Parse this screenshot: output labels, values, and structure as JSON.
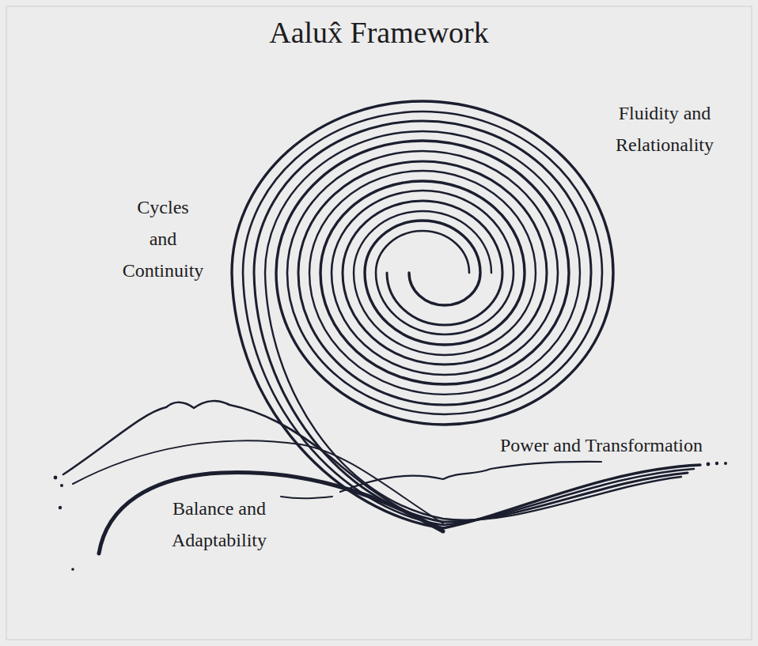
{
  "diagram": {
    "title": "Aalux̂ Framework",
    "labels": [
      "Fluidity and Relationality",
      "Cycles and Continuity",
      "Power and Transformation",
      "Balance and Adaptability"
    ]
  }
}
